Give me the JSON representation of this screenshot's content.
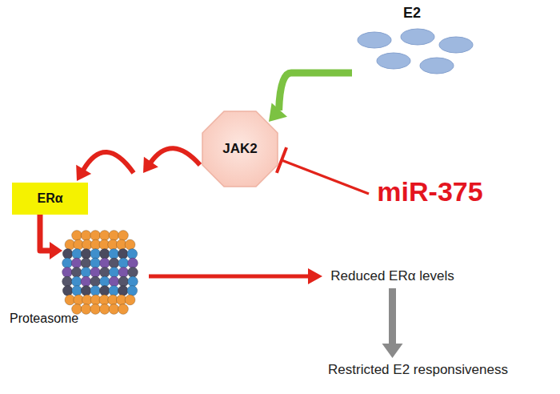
{
  "diagram": {
    "nodes": [
      {
        "text": [
          "E2"
        ]
      },
      {
        "text": [
          "JAK2"
        ]
      },
      {
        "text": [
          "miR-375"
        ]
      },
      {
        "text": [
          "ERα"
        ]
      },
      {
        "text": [
          "Proteasome"
        ]
      },
      {
        "text": [
          "Reduced ERα levels"
        ]
      },
      {
        "text": [
          "Restricted E2 responsiveness"
        ]
      }
    ],
    "edges": [
      {
        "from": 0,
        "to": 1,
        "arrow": "to"
      },
      {
        "from": 2,
        "to": 1,
        "arrow": "to"
      },
      {
        "from": 1,
        "to": 3,
        "arrow": "to"
      },
      {
        "from": 3,
        "to": 4,
        "arrow": "to"
      },
      {
        "from": 4,
        "to": 5,
        "arrow": "to"
      },
      {
        "from": 5,
        "to": 6,
        "arrow": "to"
      }
    ]
  }
}
